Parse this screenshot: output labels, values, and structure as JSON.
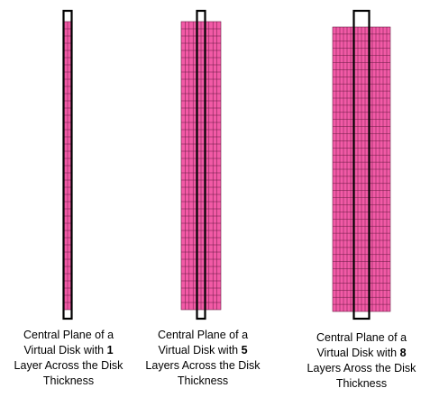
{
  "colors": {
    "mesh_fill": "#f25aa6",
    "mesh_line": "#6a1a44",
    "plane_outline": "#000000"
  },
  "panels": [
    {
      "id": "panel-1",
      "layers": 1,
      "caption": {
        "line1": "Central Plane of a",
        "line2_pre": "Virtual Disk with ",
        "line2_num": "1",
        "line3": "Layer Across the Disk",
        "line4": "Thickness"
      }
    },
    {
      "id": "panel-5",
      "layers": 5,
      "caption": {
        "line1": "Central Plane of a",
        "line2_pre": "Virtual Disk with ",
        "line2_num": "5",
        "line3": "Layers Across the Disk",
        "line4": "Thickness"
      }
    },
    {
      "id": "panel-8",
      "layers": 8,
      "caption": {
        "line1": "Central Plane of a",
        "line2_pre": "Virtual Disk with ",
        "line2_num": "8",
        "line3": "Layers Aross the Disk",
        "line4": "Thickness"
      }
    }
  ]
}
